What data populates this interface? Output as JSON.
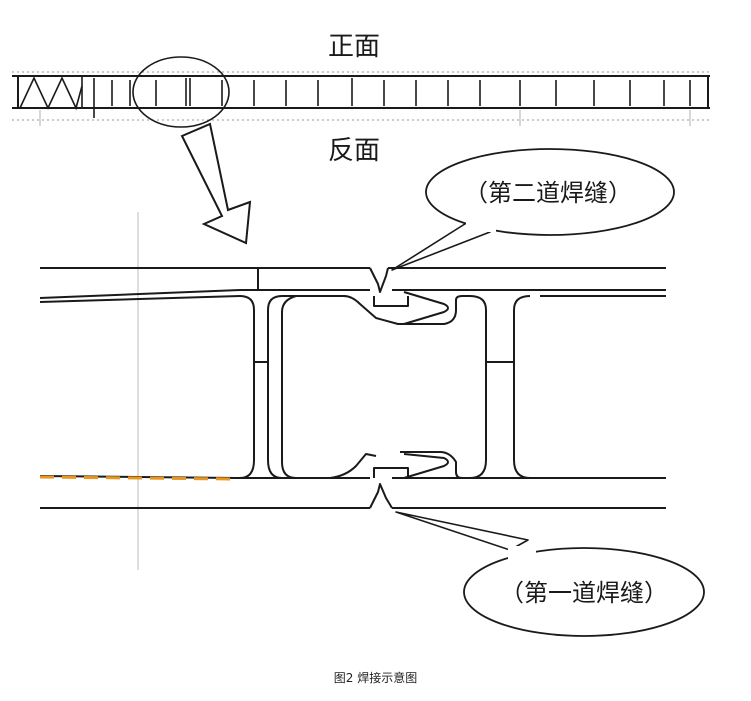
{
  "labels": {
    "front": "正面",
    "back": "反面",
    "weld_second": "（第二道焊缝）",
    "weld_first": "（第一道焊缝）"
  },
  "caption": "图2 焊接示意图",
  "colors": {
    "line": "#1a1a1a",
    "accent_dash": "#e8961e",
    "guide": "#c8c8c8"
  }
}
